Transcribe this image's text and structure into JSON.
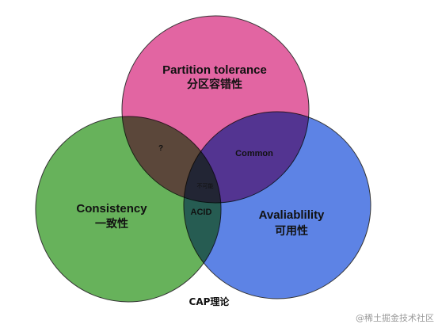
{
  "diagram": {
    "partition": {
      "title": "Partition tolerance",
      "subtitle": "分区容错性",
      "color": "#e0589a"
    },
    "consistency": {
      "title": "Consistency",
      "subtitle": "一致性",
      "color": "#5aab4d"
    },
    "availability": {
      "title": "Avaliablility",
      "subtitle": "可用性",
      "color": "#4f78e3"
    },
    "overlaps": {
      "partition_consistency": "?",
      "partition_availability": "Common",
      "all_three": "不可能",
      "consistency_availability": "ACID"
    },
    "caption": "CAP理论"
  },
  "watermark": "@稀土掘金技术社区"
}
